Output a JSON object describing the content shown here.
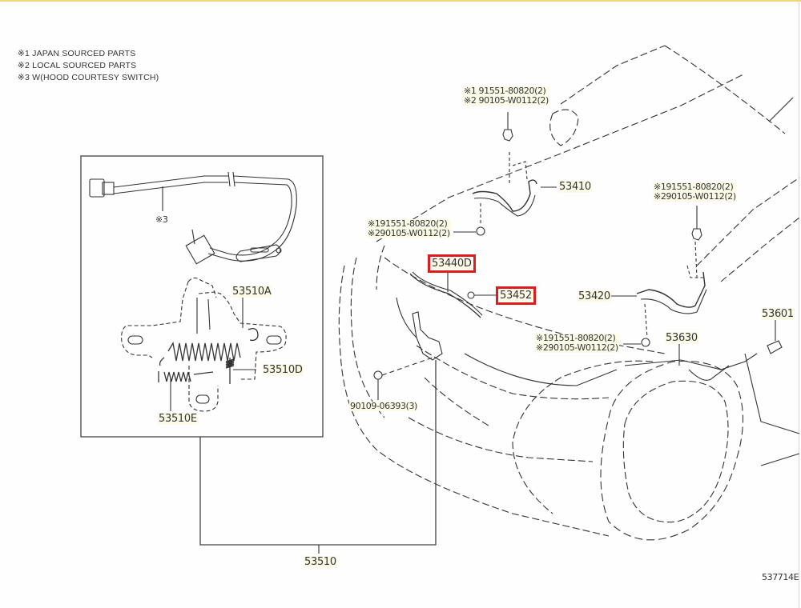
{
  "notes": [
    "※1 JAPAN SOURCED PARTS",
    "※2 LOCAL SOURCED PARTS",
    "※3 W(HOOD COURTESY SWITCH)"
  ],
  "parts": {
    "p53410": "53410",
    "p53420": "53420",
    "p53440D": "53440D",
    "p53452": "53452",
    "p53601": "53601",
    "p53630": "53630",
    "p53510": "53510",
    "p53510A": "53510A",
    "p53510D": "53510D",
    "p53510E": "53510E",
    "screw_90109": "90109-06393(3)",
    "wire_ref": "※3",
    "diagram_id": "537714E"
  },
  "bolt_groups": [
    {
      "line1": "※1 91551-80820(2)",
      "line2": "※2 90105-W0112(2)"
    },
    {
      "line1": "※191551-80820(2)",
      "line2": "※290105-W0112(2)"
    },
    {
      "line1": "※191551-80820(2)",
      "line2": "※290105-W0112(2)"
    },
    {
      "line1": "※191551-80820(2)",
      "line2": "※290105-W0112(2)"
    }
  ],
  "highlights": {
    "red_boxed": [
      "53440D",
      "53452"
    ],
    "yellow_filled": [
      "53440D"
    ],
    "box_color": "#e01b1b",
    "fill_color": "#fde9a4"
  }
}
